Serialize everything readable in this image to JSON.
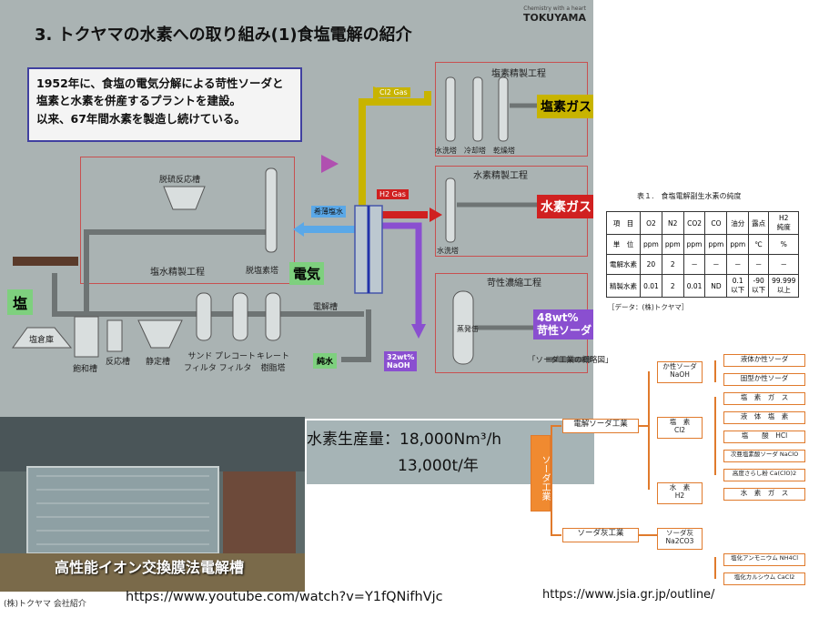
{
  "slide": {
    "title": "3. トクヤマの水素への取り組み(1)食塩電解の紹介",
    "brand_tagline": "Chemistry with a heart",
    "brand_name": "TOKUYAMA",
    "intro_lines": [
      "1952年に、食塩の電気分解による苛性ソーダと",
      "塩素と水素を併産するプラントを建設。",
      "以来、67年間水素を製造し続けている。"
    ],
    "sections": {
      "brine": "塩水精製工程",
      "chlorine": "塩素精製工程",
      "hydrogen": "水素精製工程",
      "caustic": "苛性濃縮工程"
    },
    "equipment": {
      "dechlorination_tank": "脱硫反応槽",
      "dechlorination_tower": "脱塩素塔",
      "salt_storage": "塩倉庫",
      "saturator": "飽和槽",
      "reaction_tank": "反応槽",
      "settling_tank": "静定槽",
      "sand_filter": "サンド\nフィルタ",
      "precoat_filter": "プレコート\nフィルタ",
      "chelate_tower": "キレート\n樹脂塔",
      "electrolyzer": "電解槽",
      "water_wash": "水洗塔",
      "cooler": "冷却塔",
      "dryer": "乾燥塔",
      "h2_wash": "水洗塔",
      "evaporator": "蒸発缶"
    },
    "streams": {
      "salt": "塩",
      "electricity": "電気",
      "pure_water": "純水",
      "naoh_feed": "32wt%\nNaOH",
      "dilute_brine": "希薄塩水",
      "cl2_gas": "Cl2 Gas",
      "h2_gas": "H2 Gas"
    },
    "products": {
      "chlorine_gas": "塩素ガス",
      "hydrogen_gas": "水素ガス",
      "caustic": "48wt%\n苛性ソーダ"
    },
    "production_label": "水素生産量：18,000Nm³/h",
    "production_annual": "13,000t/年",
    "photo_caption": "高性能イオン交換膜法電解槽",
    "photo_credit": "(株)トクヤマ 会社紹介",
    "colors": {
      "cl2": "#c8b400",
      "h2": "#d02020",
      "naoh": "#8a4fd0",
      "brine": "#5aa8e8",
      "pipe": "#6e7474"
    }
  },
  "purity_table": {
    "title": "表１.　食塩電解副生水素の純度",
    "headers": [
      "項　目",
      "O2",
      "N2",
      "CO2",
      "CO",
      "油分",
      "露点",
      "H2\n純度"
    ],
    "rows": [
      [
        "単　位",
        "ppm",
        "ppm",
        "ppm",
        "ppm",
        "ppm",
        "℃",
        "%"
      ],
      [
        "電解水素",
        "20",
        "2",
        "－",
        "－",
        "－",
        "－",
        "－"
      ],
      [
        "精製水素",
        "0.01",
        "2",
        "0.01",
        "ND",
        "0.1\n以下",
        "-90\n以下",
        "99.999\n以上"
      ]
    ],
    "source": "［データ：(株)トクヤマ］"
  },
  "soda_tree": {
    "title": "「ソーダ工業の概略図」",
    "root": "ソーダ工業",
    "branches": [
      "電解ソーダ工業",
      "ソーダ灰工業"
    ],
    "mid": [
      "か性ソーダ\nNaOH",
      "塩　素\nCl2",
      "水　素\nH2",
      "ソーダ灰\nNa2CO3"
    ],
    "leaves": [
      "液体か性ソーダ",
      "固型か性ソーダ",
      "塩　素　ガ　ス",
      "液　体　塩　素",
      "塩　　酸　HCl",
      "次亜塩素酸ソーダ NaClO",
      "高度さらし粉 Ca(ClO)2",
      "水　素　ガ　ス",
      "塩化アンモニウム NH4Cl",
      "塩化カルシウム CaCl2"
    ]
  },
  "urls": {
    "youtube": "https://www.youtube.com/watch?v=Y1fQNifhVjc",
    "jsia": "https://www.jsia.gr.jp/outline/"
  }
}
